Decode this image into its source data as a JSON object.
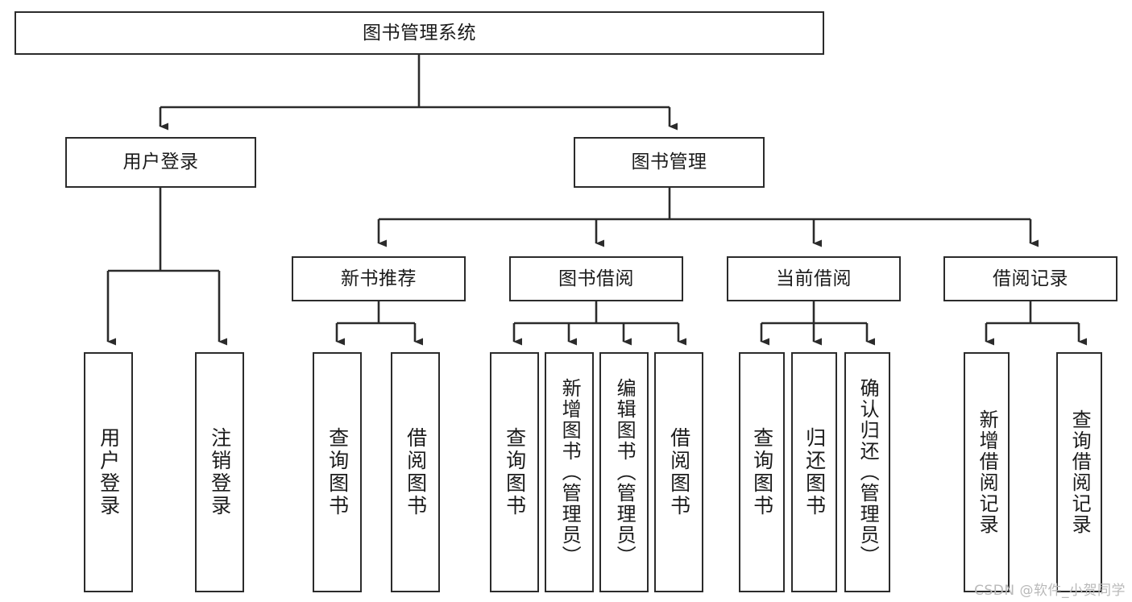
{
  "diagram": {
    "title": "图书管理系统",
    "watermark": "CSDN @软件_小贺同学",
    "line_color": "#2b2b2b",
    "box_fill": "#ffffff",
    "text_color": "#1b1b1b",
    "watermark_color": "#b9b9b9",
    "type": "tree-hierarchy",
    "levels": 4
  },
  "nodes": {
    "root": {
      "label": "图书管理系统"
    },
    "level2": [
      {
        "id": "user-login",
        "label": "用户登录"
      },
      {
        "id": "book-manage",
        "label": "图书管理"
      }
    ],
    "level3": [
      {
        "id": "new-book-recommend",
        "label": "新书推荐"
      },
      {
        "id": "book-borrow",
        "label": "图书借阅"
      },
      {
        "id": "current-borrow",
        "label": "当前借阅"
      },
      {
        "id": "borrow-record",
        "label": "借阅记录"
      }
    ],
    "leaves": {
      "user_login": [
        {
          "id": "leaf-user-login",
          "label": "用户登录"
        },
        {
          "id": "leaf-logout",
          "label": "注销登录"
        }
      ],
      "new_book_recommend": [
        {
          "id": "leaf-query-book-1",
          "label": "查询图书"
        },
        {
          "id": "leaf-borrow-book-1",
          "label": "借阅图书"
        }
      ],
      "book_borrow": [
        {
          "id": "leaf-query-book-2",
          "label": "查询图书"
        },
        {
          "id": "leaf-add-book",
          "label": "新增图书（管理员）"
        },
        {
          "id": "leaf-edit-book",
          "label": "编辑图书（管理员）"
        },
        {
          "id": "leaf-borrow-book-2",
          "label": "借阅图书"
        }
      ],
      "current_borrow": [
        {
          "id": "leaf-query-book-3",
          "label": "查询图书"
        },
        {
          "id": "leaf-return-book",
          "label": "归还图书"
        },
        {
          "id": "leaf-confirm-return",
          "label": "确认归还（管理员）"
        }
      ],
      "borrow_record": [
        {
          "id": "leaf-add-record",
          "label": "新增借阅记录"
        },
        {
          "id": "leaf-query-record",
          "label": "查询借阅记录"
        }
      ]
    }
  }
}
